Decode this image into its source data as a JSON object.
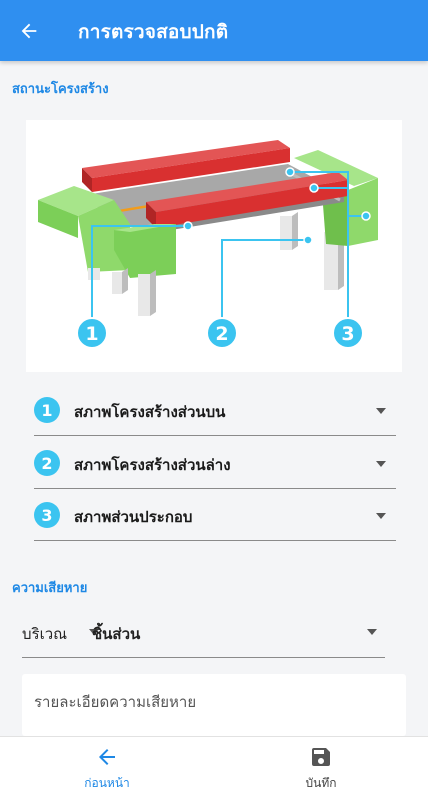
{
  "appbar": {
    "title": "การตรวจสอบปกติ",
    "back_icon": "arrow-left-icon"
  },
  "structure_section": {
    "title": "สถานะโครงสร้าง"
  },
  "diagram": {
    "markers": [
      "1",
      "2",
      "3"
    ],
    "colors": {
      "deck": "#e03a3a",
      "abutment": "#7ed35f",
      "pier": "#f0f0f0",
      "marker": "#3bc4f0",
      "centerline": "#f29c1b"
    }
  },
  "sections": [
    {
      "num": "1",
      "label": "สภาพโครงสร้างส่วนบน"
    },
    {
      "num": "2",
      "label": "สภาพโครงสร้างส่วนล่าง"
    },
    {
      "num": "3",
      "label": "สภาพส่วนประกอบ"
    }
  ],
  "damage_section": {
    "title": "ความเสียหาย"
  },
  "filters": {
    "area_label": "บริเวณ",
    "part_label": "ชิ้นส่วน"
  },
  "detail": {
    "placeholder": "รายละเอียดความเสียหาย"
  },
  "bottom_nav": {
    "prev_label": "ก่อนหน้า",
    "save_label": "บันทึก"
  },
  "theme": {
    "primary": "#2f8ff0",
    "accent": "#1e88e5"
  }
}
